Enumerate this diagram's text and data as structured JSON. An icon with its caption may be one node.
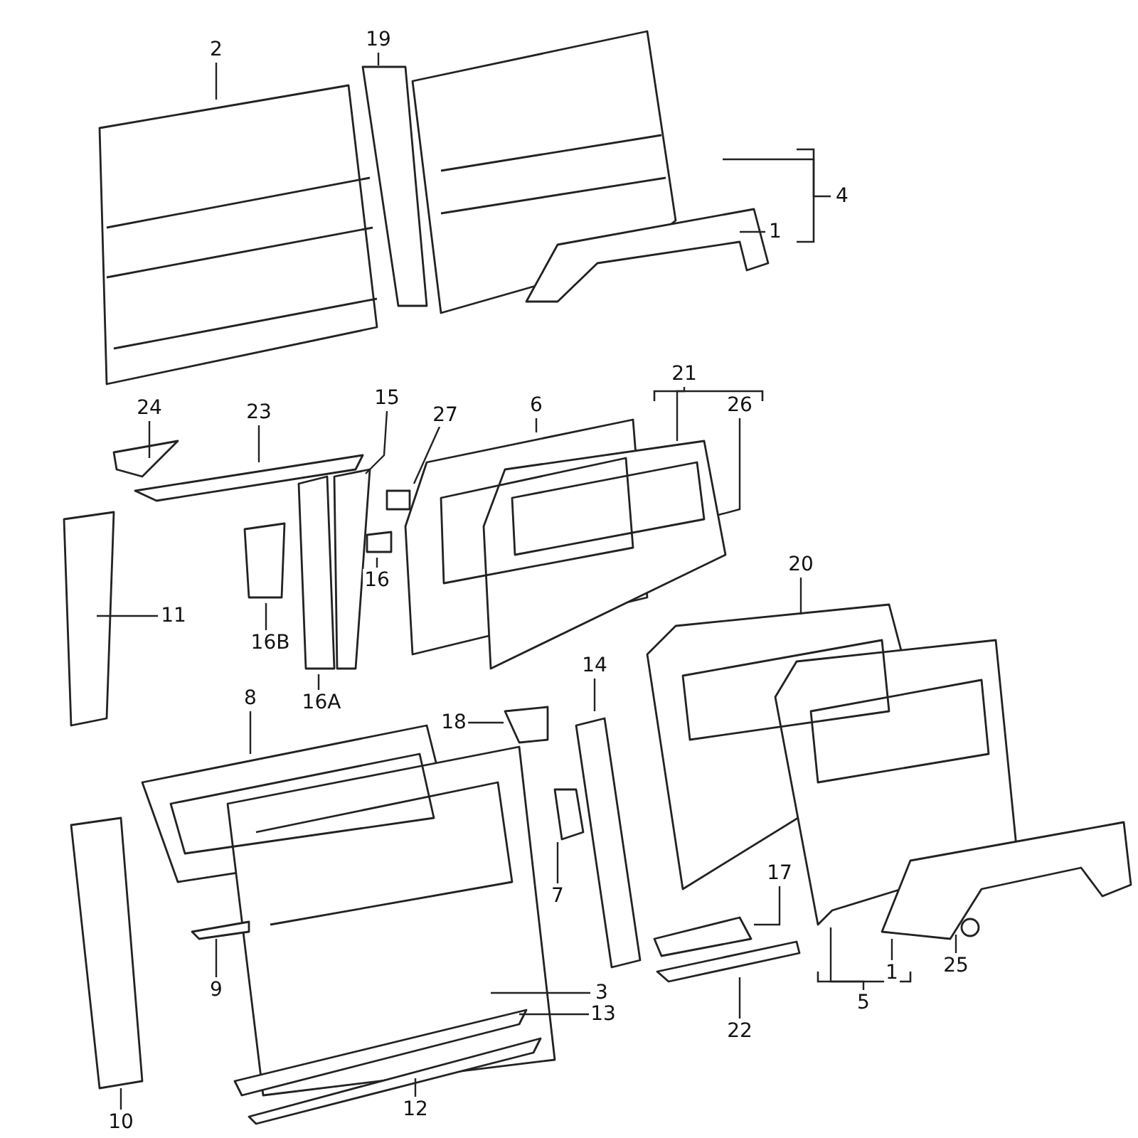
{
  "diagram": {
    "nodes": [
      {
        "text": [
          "2"
        ]
      },
      {
        "text": [
          "19"
        ]
      },
      {
        "text": [
          "4"
        ]
      },
      {
        "text": [
          "1"
        ]
      },
      {
        "text": [
          "24"
        ]
      },
      {
        "text": [
          "23"
        ]
      },
      {
        "text": [
          "15"
        ]
      },
      {
        "text": [
          "27"
        ]
      },
      {
        "text": [
          "6"
        ]
      },
      {
        "text": [
          "21"
        ]
      },
      {
        "text": [
          "26"
        ]
      },
      {
        "text": [
          "11"
        ]
      },
      {
        "text": [
          "16"
        ]
      },
      {
        "text": [
          "16B"
        ]
      },
      {
        "text": [
          "16A"
        ]
      },
      {
        "text": [
          "20"
        ]
      },
      {
        "text": [
          "8"
        ]
      },
      {
        "text": [
          "18"
        ]
      },
      {
        "text": [
          "14"
        ]
      },
      {
        "text": [
          "7"
        ]
      },
      {
        "text": [
          "9"
        ]
      },
      {
        "text": [
          "3"
        ]
      },
      {
        "text": [
          "13"
        ]
      },
      {
        "text": [
          "17"
        ]
      },
      {
        "text": [
          "10"
        ]
      },
      {
        "text": [
          "12"
        ]
      },
      {
        "text": [
          "22"
        ]
      },
      {
        "text": [
          "5"
        ]
      },
      {
        "text": [
          "1"
        ]
      },
      {
        "text": [
          "25"
        ]
      }
    ],
    "edges": [
      {
        "from": 0,
        "to": null,
        "arrow": "none"
      },
      {
        "from": 1,
        "to": null,
        "arrow": "none"
      },
      {
        "from": 2,
        "to": null,
        "arrow": "none"
      },
      {
        "from": 3,
        "to": null,
        "arrow": "none"
      },
      {
        "from": 4,
        "to": null,
        "arrow": "none"
      },
      {
        "from": 5,
        "to": null,
        "arrow": "none"
      },
      {
        "from": 6,
        "to": null,
        "arrow": "none"
      },
      {
        "from": 7,
        "to": null,
        "arrow": "none"
      },
      {
        "from": 8,
        "to": null,
        "arrow": "none"
      },
      {
        "from": 9,
        "to": null,
        "arrow": "none"
      },
      {
        "from": 10,
        "to": null,
        "arrow": "none"
      },
      {
        "from": 11,
        "to": null,
        "arrow": "none"
      },
      {
        "from": 12,
        "to": null,
        "arrow": "none"
      },
      {
        "from": 13,
        "to": null,
        "arrow": "none"
      },
      {
        "from": 14,
        "to": null,
        "arrow": "none"
      },
      {
        "from": 15,
        "to": null,
        "arrow": "none"
      },
      {
        "from": 16,
        "to": null,
        "arrow": "none"
      },
      {
        "from": 17,
        "to": null,
        "arrow": "none"
      },
      {
        "from": 18,
        "to": null,
        "arrow": "none"
      },
      {
        "from": 19,
        "to": null,
        "arrow": "none"
      },
      {
        "from": 20,
        "to": null,
        "arrow": "none"
      },
      {
        "from": 21,
        "to": null,
        "arrow": "none"
      },
      {
        "from": 22,
        "to": null,
        "arrow": "none"
      },
      {
        "from": 23,
        "to": null,
        "arrow": "none"
      },
      {
        "from": 24,
        "to": null,
        "arrow": "none"
      },
      {
        "from": 25,
        "to": null,
        "arrow": "none"
      },
      {
        "from": 26,
        "to": null,
        "arrow": "none"
      },
      {
        "from": 27,
        "to": null,
        "arrow": "none"
      },
      {
        "from": 28,
        "to": null,
        "arrow": "none"
      },
      {
        "from": 29,
        "to": null,
        "arrow": "none"
      }
    ]
  }
}
